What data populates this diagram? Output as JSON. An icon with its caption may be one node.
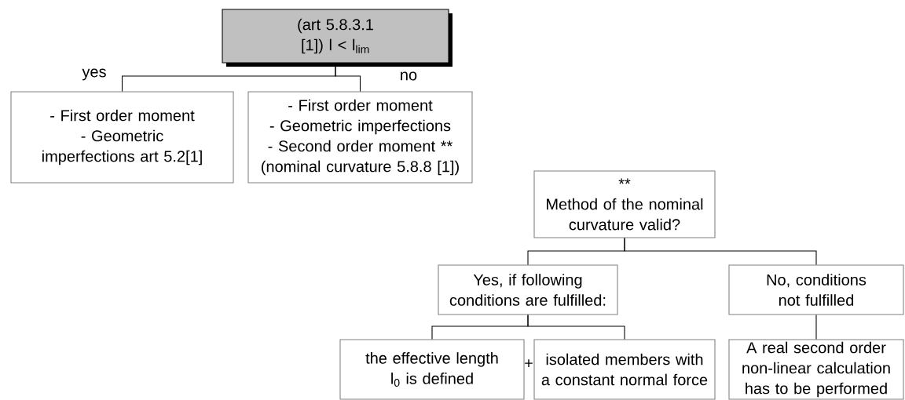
{
  "diagram": {
    "nodes": [
      {
        "text": [
          "(art 5.8.3.1 [1]) l < l$_{lim}$"
        ]
      },
      {
        "text": [
          "- First order moment",
          "- Geometric imperfections art 5.2[1]"
        ]
      },
      {
        "text": [
          "- First order moment",
          "- Geometric imperfections",
          "- Second order moment ** (nominal curvature 5.8.8 [1])"
        ]
      },
      {
        "text": [
          "**",
          "Method of the nominal curvature valid?"
        ]
      },
      {
        "text": [
          "Yes, if following conditions are fulfilled:"
        ]
      },
      {
        "text": [
          "No, conditions not fulfilled"
        ]
      },
      {
        "text": [
          "the effective length l$_{0}$ is defined"
        ]
      },
      {
        "text": [
          "isolated members with a constant normal force"
        ]
      },
      {
        "text": [
          "A real second order non-linear calculation has to be performed"
        ]
      }
    ],
    "edges": [
      {
        "from": 0,
        "to": 1,
        "arrow": "none"
      },
      {
        "from": 0,
        "to": 2,
        "arrow": "none"
      },
      {
        "from": 3,
        "to": 4,
        "arrow": "none"
      },
      {
        "from": 3,
        "to": 5,
        "arrow": "none"
      },
      {
        "from": 4,
        "to": 6,
        "arrow": "none"
      },
      {
        "from": 4,
        "to": 7,
        "arrow": "none"
      },
      {
        "from": 5,
        "to": 8,
        "arrow": "none"
      }
    ],
    "labels": [
      "yes",
      "no",
      "+"
    ]
  }
}
